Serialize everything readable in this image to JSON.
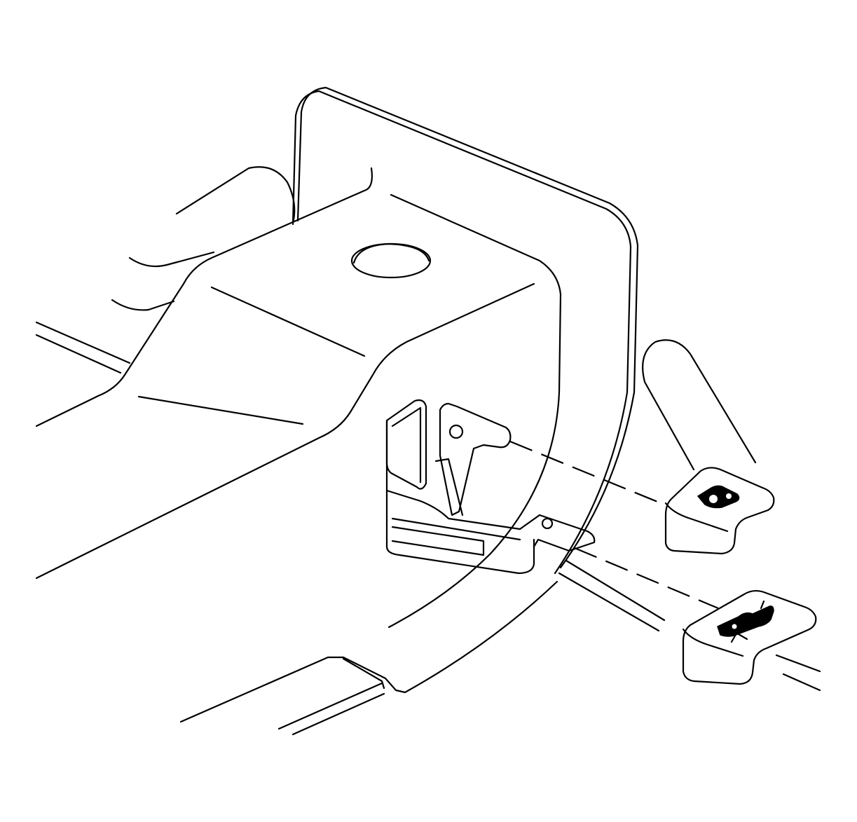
{
  "figure": {
    "type": "technical line drawing",
    "parts": [
      {
        "name": "floor-panel",
        "visible": true
      },
      {
        "name": "seat-track-bracket",
        "visible": true
      },
      {
        "name": "latch-striker-bracket",
        "visible": true
      },
      {
        "name": "retainer-clip-upper",
        "icon": "clip-icon",
        "visible": true
      },
      {
        "name": "retainer-clip-lower",
        "icon": "clip-icon",
        "visible": true
      }
    ],
    "colors": {
      "line": "#000000",
      "background": "#ffffff"
    }
  }
}
